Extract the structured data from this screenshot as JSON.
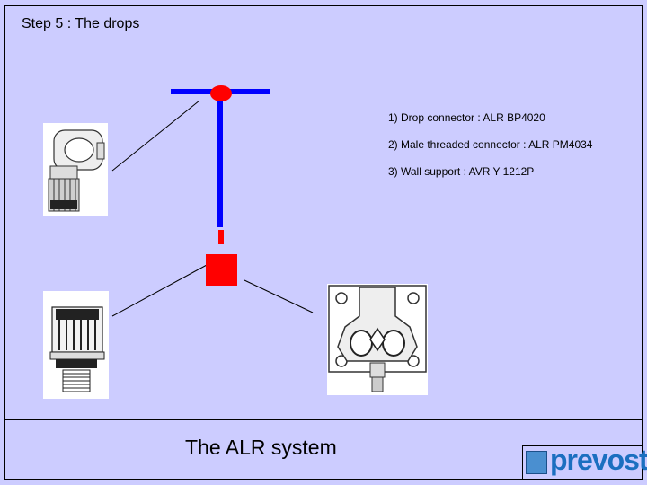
{
  "slide": {
    "title": "Step 5 : The drops",
    "footer_title": "The ALR system"
  },
  "parts": [
    {
      "label": "1)  Drop connector : ALR BP4020"
    },
    {
      "label": "2) Male threaded connector : ALR PM4034"
    },
    {
      "label": "3) Wall support : AVR Y 1212P"
    }
  ],
  "logo": {
    "text": "prevost",
    "color": "#1b6fc0"
  },
  "colors": {
    "pipe": "#0000ff",
    "connector": "#ff0000",
    "background": "#ccccff"
  }
}
